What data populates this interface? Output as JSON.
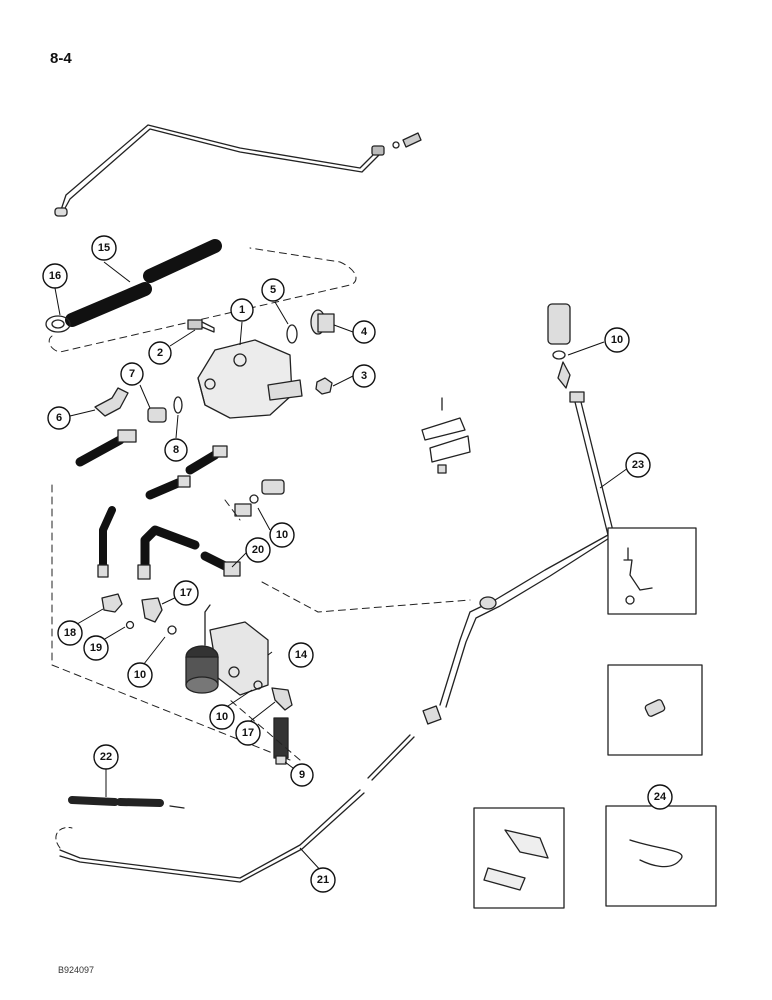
{
  "page_number": "8-4",
  "document_code": "B924097",
  "callouts": [
    {
      "id": "c1",
      "label": "1"
    },
    {
      "id": "c2",
      "label": "2"
    },
    {
      "id": "c3",
      "label": "3"
    },
    {
      "id": "c4",
      "label": "4"
    },
    {
      "id": "c5",
      "label": "5"
    },
    {
      "id": "c6",
      "label": "6"
    },
    {
      "id": "c7",
      "label": "7"
    },
    {
      "id": "c8",
      "label": "8"
    },
    {
      "id": "c9",
      "label": "9"
    },
    {
      "id": "c10a",
      "label": "10"
    },
    {
      "id": "c10b",
      "label": "10"
    },
    {
      "id": "c10c",
      "label": "10"
    },
    {
      "id": "c10d",
      "label": "10"
    },
    {
      "id": "c14",
      "label": "14"
    },
    {
      "id": "c15",
      "label": "15"
    },
    {
      "id": "c16",
      "label": "16"
    },
    {
      "id": "c17a",
      "label": "17"
    },
    {
      "id": "c17b",
      "label": "17"
    },
    {
      "id": "c18",
      "label": "18"
    },
    {
      "id": "c19",
      "label": "19"
    },
    {
      "id": "c20",
      "label": "20"
    },
    {
      "id": "c21",
      "label": "21"
    },
    {
      "id": "c22",
      "label": "22"
    },
    {
      "id": "c23",
      "label": "23"
    },
    {
      "id": "c24",
      "label": "24"
    }
  ]
}
